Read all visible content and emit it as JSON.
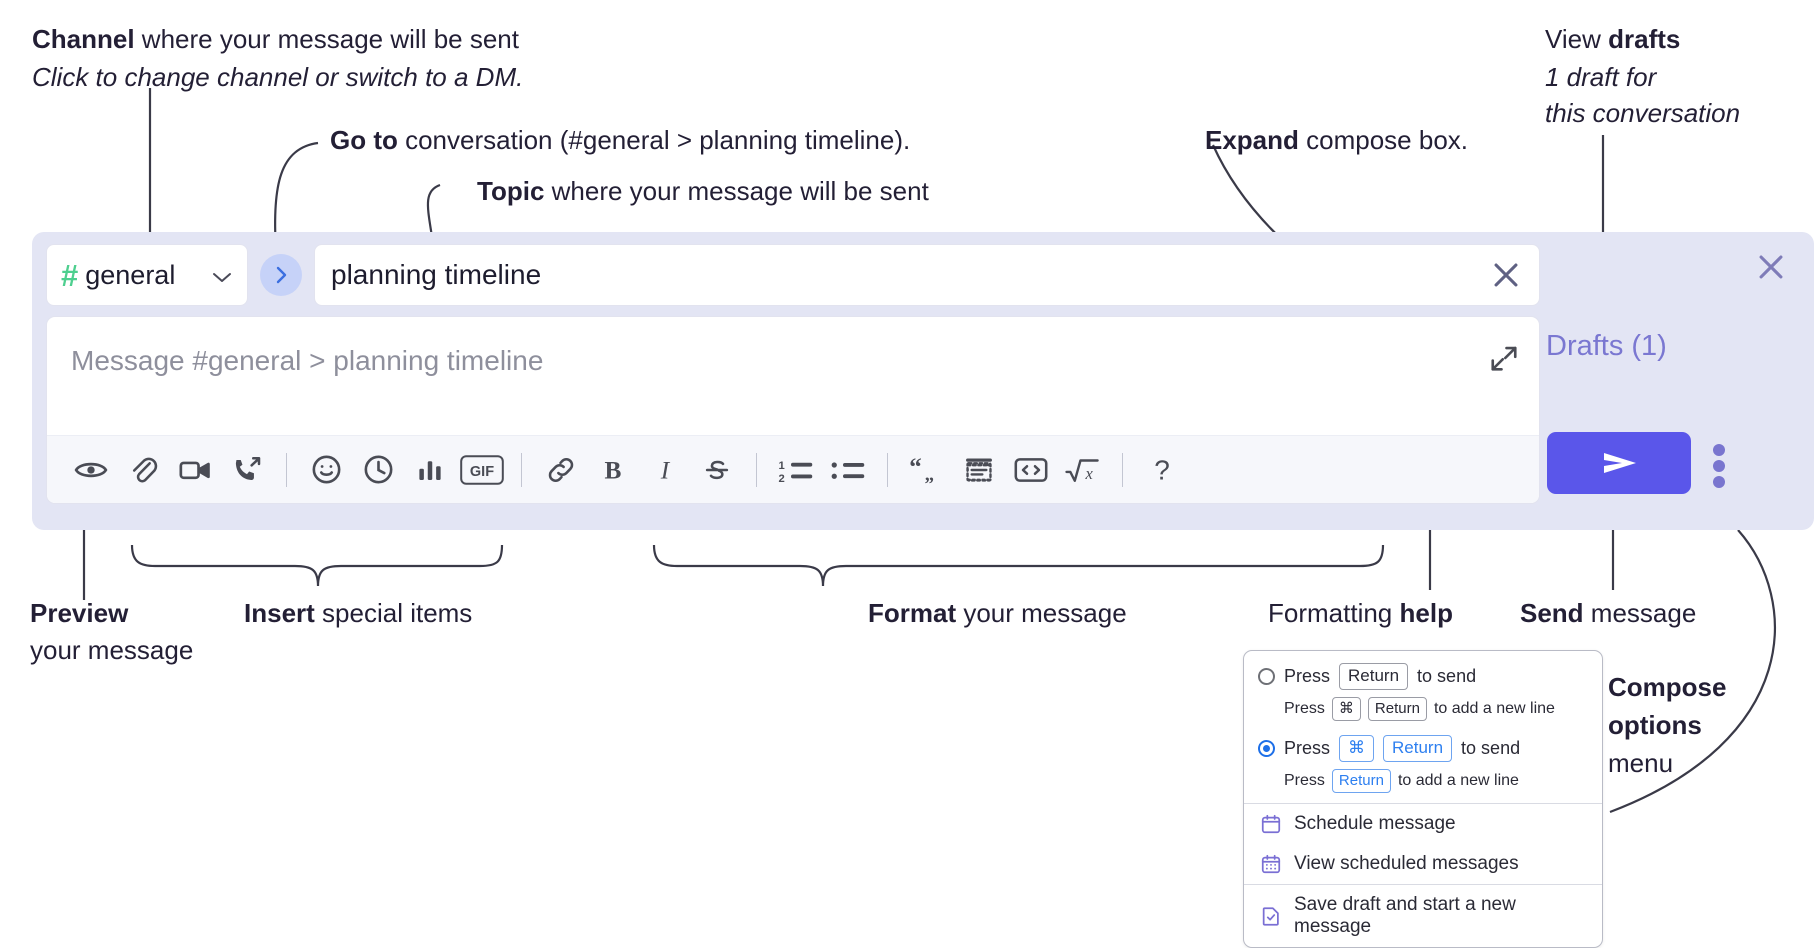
{
  "annotations": {
    "channel": {
      "bold": "Channel",
      "rest": " where your message will be sent",
      "sub": "Click to change channel or switch to a DM."
    },
    "goto": {
      "bold": "Go to",
      "rest": " conversation (#general > planning timeline)."
    },
    "topic": {
      "bold": "Topic",
      "rest": " where your message will be sent"
    },
    "expand": {
      "bold": "Expand",
      "rest": " compose box."
    },
    "drafts": {
      "bold_lead": "View ",
      "bold": "drafts",
      "sub1": "1 draft for",
      "sub2": "this conversation"
    },
    "preview": {
      "bold": "Preview",
      "rest": "your message"
    },
    "insert": {
      "bold": "Insert",
      "rest": " special items"
    },
    "format": {
      "bold": "Format",
      "rest": " your message"
    },
    "help": {
      "lead": "Formatting ",
      "bold": "help"
    },
    "send": {
      "bold": "Send",
      "rest": " message"
    },
    "compose_options": {
      "bold1": "Compose",
      "bold2": "options",
      "rest": "menu"
    }
  },
  "compose": {
    "channel_name": "general",
    "channel_hash": "#",
    "topic_value": "planning timeline",
    "message_placeholder": "Message #general > planning timeline",
    "drafts_label": "Drafts (1)",
    "toolbar_icons": [
      "eye-icon",
      "paperclip-icon",
      "video-camera-icon",
      "phone-arrow-icon",
      "emoji-icon",
      "clock-icon",
      "bar-chart-icon",
      "gif-icon",
      "link-icon",
      "bold-icon",
      "italic-icon",
      "strikethrough-icon",
      "ordered-list-icon",
      "bulleted-list-icon",
      "blockquote-icon",
      "code-block-icon",
      "code-icon",
      "math-icon",
      "help-icon"
    ],
    "gif_label": "GIF",
    "bold_label": "B",
    "italic_label": "I",
    "help_label": "?",
    "accent_purple": "#5a56ea",
    "drafts_purple": "#7a77d1",
    "hash_green": "#4ecf8f",
    "goto_blue": "#3b6fe0",
    "panel_bg": "#e3e5f4"
  },
  "options_menu": {
    "option1": {
      "selected": false,
      "pre": "Press",
      "key": "Return",
      "post": "to send",
      "sub_pre": "Press",
      "sub_key1": "⌘",
      "sub_key2": "Return",
      "sub_post": "to add a new line"
    },
    "option2": {
      "selected": true,
      "pre": "Press",
      "key1": "⌘",
      "key2": "Return",
      "post": "to send",
      "sub_pre": "Press",
      "sub_key": "Return",
      "sub_post": "to add a new line"
    },
    "items": [
      {
        "label": "Schedule message",
        "icon": "calendar-icon"
      },
      {
        "label": "View scheduled messages",
        "icon": "calendar-grid-icon"
      },
      {
        "label": "Save draft and start a new message",
        "icon": "document-check-icon"
      }
    ],
    "icon_color": "#7a6fd4",
    "selected_blue": "#1d6fe8"
  }
}
